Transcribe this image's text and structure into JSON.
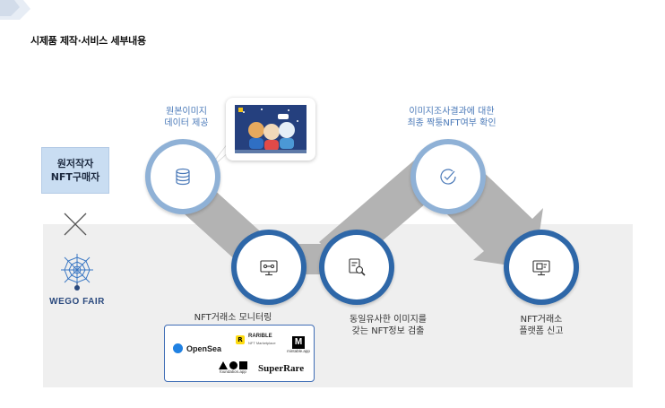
{
  "page_title": "시제품 제작·서비스 세부내용",
  "author_box": {
    "line1": "원저작자",
    "line2": "NFT구매자"
  },
  "brand": {
    "name": "WEGO FAIR"
  },
  "steps": [
    {
      "id": "source",
      "label_line1": "원본이미지",
      "label_line2": "데이터 제공",
      "icon": "database-icon"
    },
    {
      "id": "monitor",
      "label_line1": "NFT거래소 모니터링",
      "label_line2": "",
      "icon": "monitor-icon"
    },
    {
      "id": "detect",
      "label_line1": "동일유사한 이미지를",
      "label_line2": "갖는 NFT정보 검출",
      "icon": "document-search-icon"
    },
    {
      "id": "verify",
      "label_line1": "이미지조사결과에 대한",
      "label_line2": "최종 짝퉁NFT여부 확인",
      "icon": "check-circle-icon"
    },
    {
      "id": "report",
      "label_line1": "NFT거래소",
      "label_line2": "플랫폼 신고",
      "icon": "report-monitor-icon"
    }
  ],
  "marketplaces": {
    "opensea": "OpenSea",
    "rarible": "RARIBLE",
    "rarible_sub": "NFT Marketplace",
    "rarible_mark": "R",
    "mintable_mark": "M",
    "mintable_url": "mintable.app",
    "foundation_url": "foundation.app",
    "superrare": "SuperRare"
  },
  "colors": {
    "primary": "#2e67a8",
    "primary_light": "#8fb1d6",
    "label_blue": "#4a79b8",
    "author_box": "#c9ddf2",
    "arrow": "#aeaeae",
    "band": "#efefef"
  }
}
